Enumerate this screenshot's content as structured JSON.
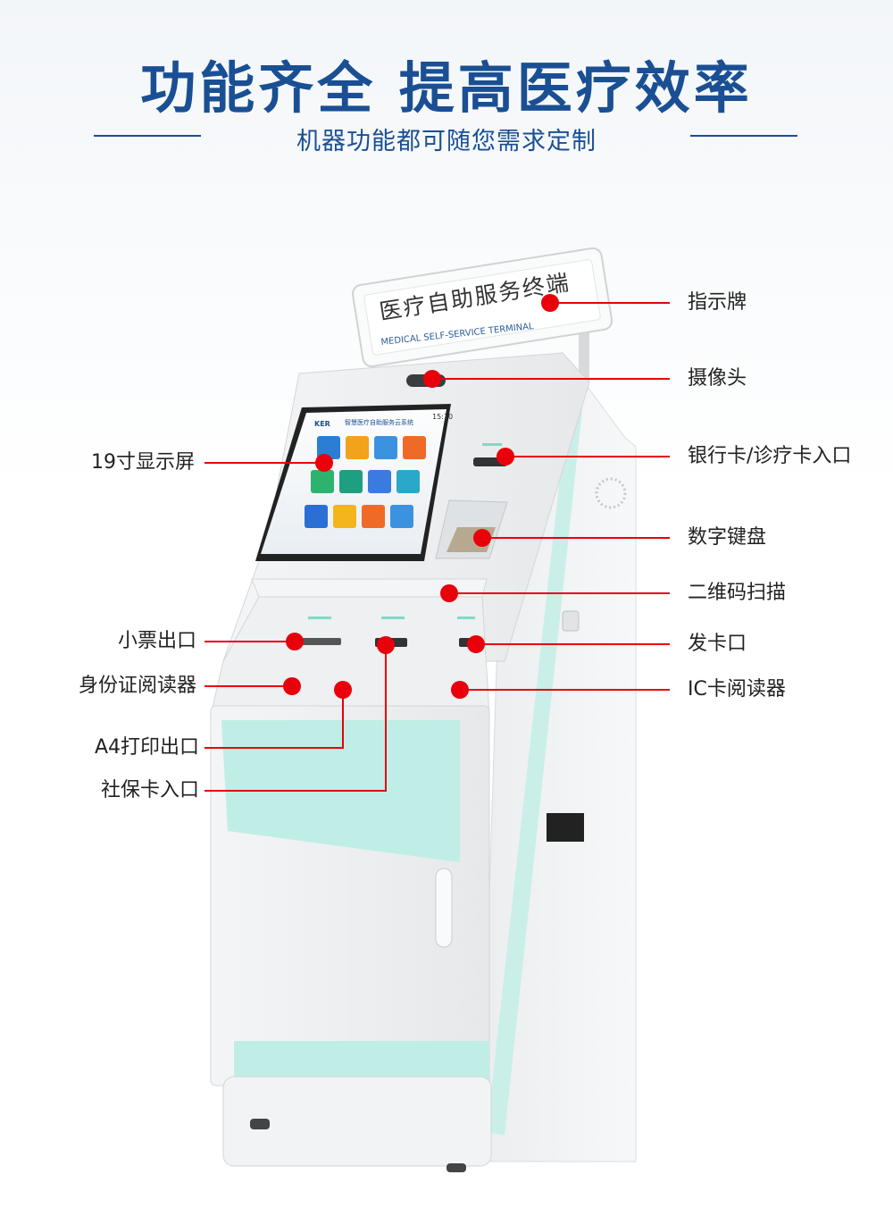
{
  "header": {
    "title": "功能齐全  提高医疗效率",
    "subtitle": "机器功能都可随您需求定制"
  },
  "sign": {
    "title": "医疗自助服务终端",
    "english": "MEDICAL SELF-SERVICE TERMINAL"
  },
  "screen": {
    "brand": "KER",
    "app_title": "智慧医疗自助服务云系统",
    "time": "15:10"
  },
  "labels_right": [
    "指示牌",
    "摄像头",
    "银行卡/诊疗卡入口",
    "数字键盘",
    "二维码扫描",
    "发卡口",
    "IC卡阅读器"
  ],
  "labels_left": [
    "19寸显示屏",
    "小票出口",
    "身份证阅读器",
    "A4打印出口",
    "社保卡入口"
  ],
  "colors": {
    "brand_blue": "#1a4f93",
    "callout_red": "#e8000b",
    "teal": "#bfeee6"
  }
}
